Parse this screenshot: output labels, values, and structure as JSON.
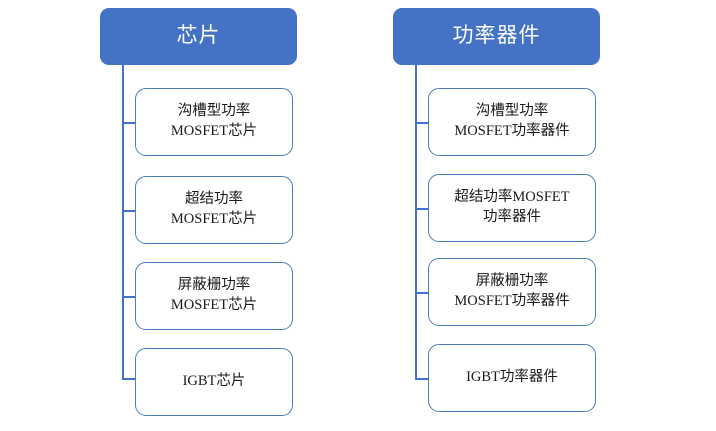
{
  "diagram": {
    "type": "hierarchy",
    "background_color": "#FFFFFF",
    "accent_color": "#4472C4",
    "node_border_color": "#4A7EBB",
    "root_text_color": "#FFFFFF",
    "child_text_color": "#1A1A1A",
    "columns": [
      {
        "root": {
          "label": "芯片"
        },
        "children": [
          {
            "line1": "沟槽型功率",
            "line2": "MOSFET芯片"
          },
          {
            "line1": "超结功率",
            "line2": "MOSFET芯片"
          },
          {
            "line1": "屏蔽栅功率",
            "line2": "MOSFET芯片"
          },
          {
            "line1": "IGBT芯片",
            "line2": ""
          }
        ]
      },
      {
        "root": {
          "label": "功率器件"
        },
        "children": [
          {
            "line1": "沟槽型功率",
            "line2": "MOSFET功率器件"
          },
          {
            "line1": "超结功率MOSFET",
            "line2": "功率器件"
          },
          {
            "line1": "屏蔽栅功率",
            "line2": "MOSFET功率器件"
          },
          {
            "line1": "IGBT功率器件",
            "line2": ""
          }
        ]
      }
    ]
  }
}
